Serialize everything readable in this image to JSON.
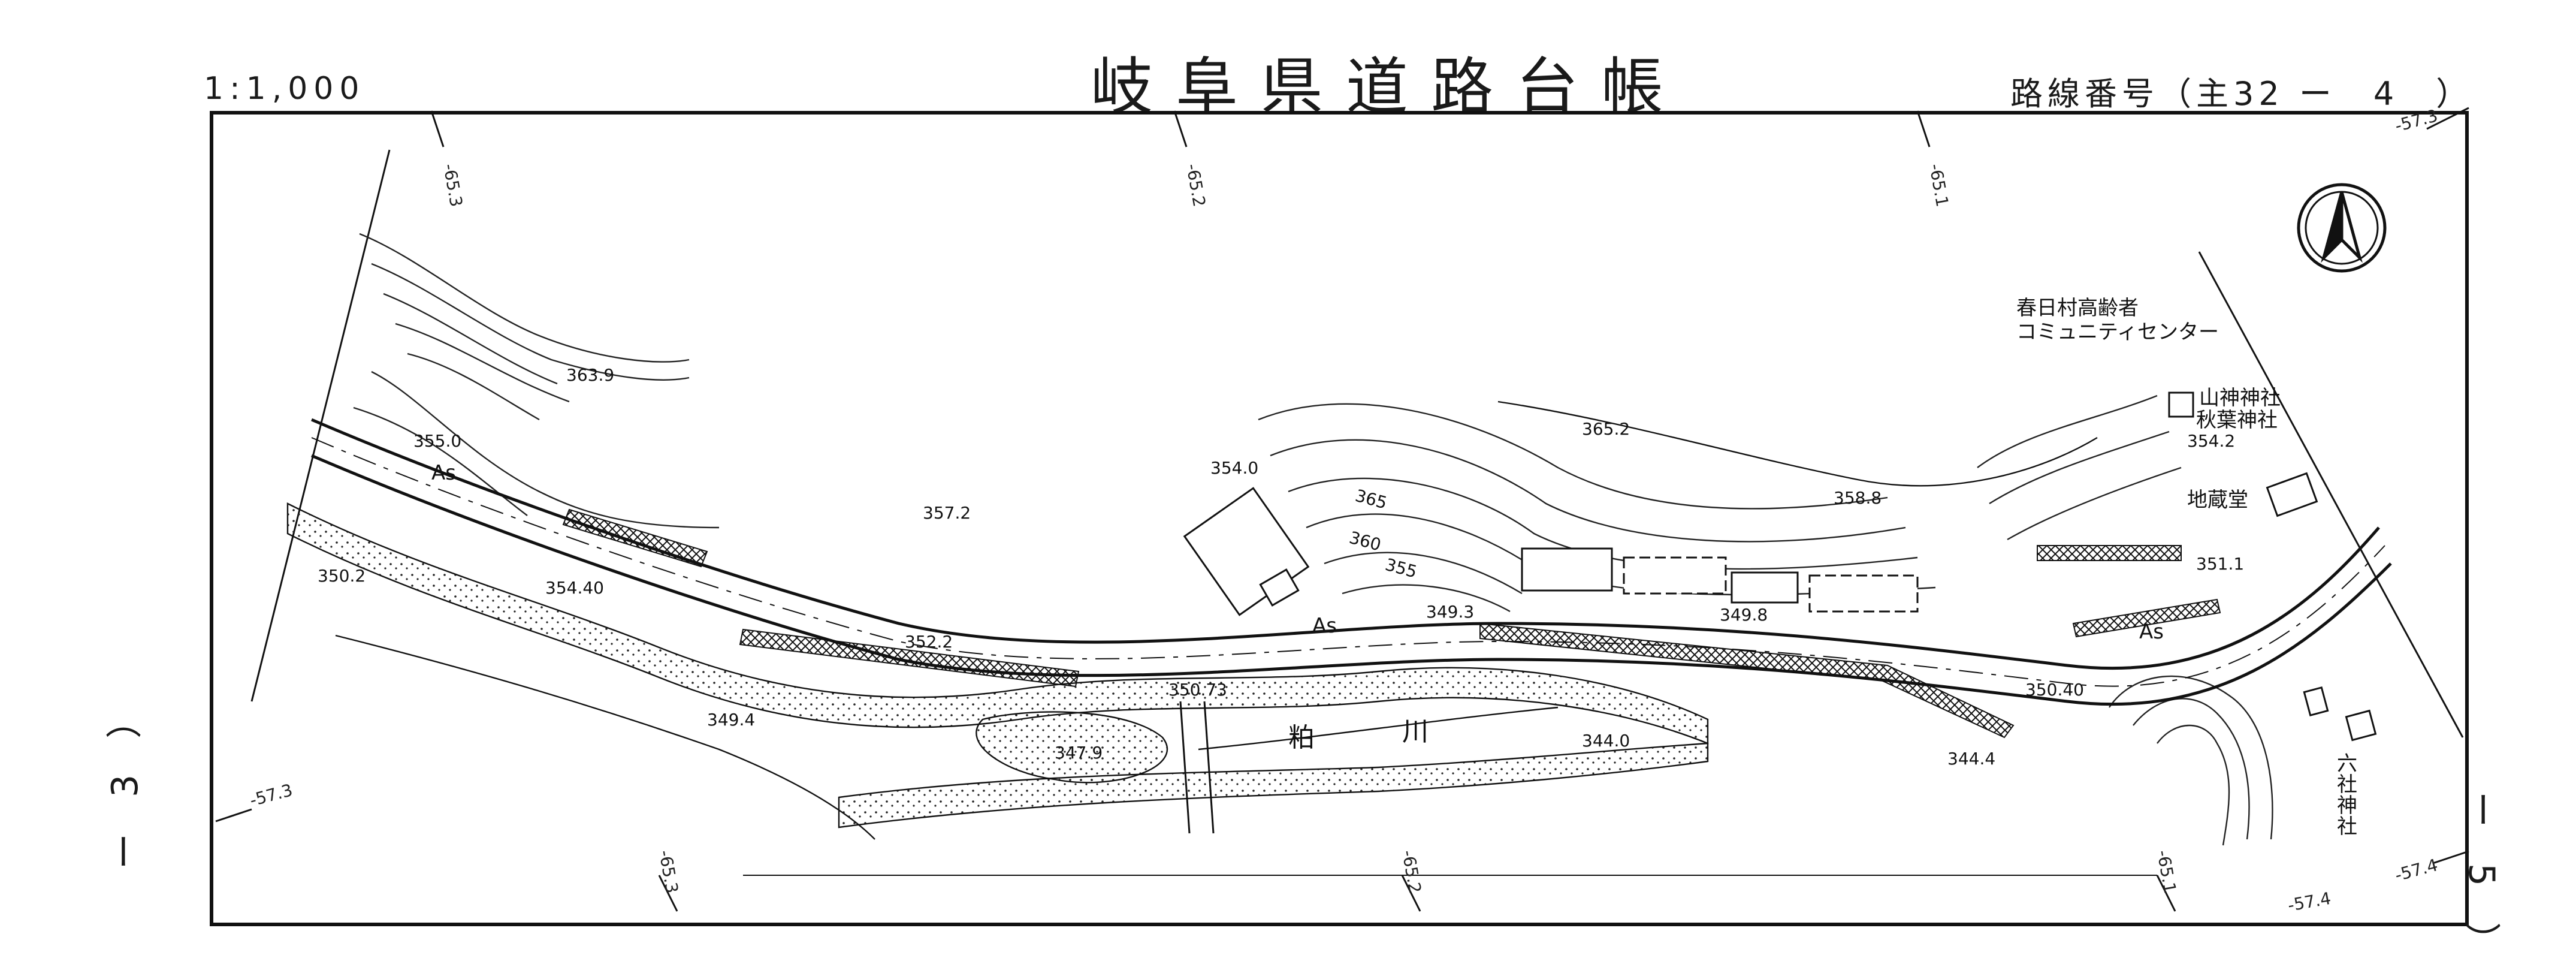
{
  "header": {
    "scale": "1:1,000",
    "title": "岐阜県道路台帳",
    "route_label": "路線番号（主32 ー　4　）"
  },
  "sheet_refs": {
    "left": "ー　3　）",
    "right": "ー　5　）"
  },
  "map": {
    "labels": {
      "community_center_line1": "春日村高齢者",
      "community_center_line2": "コミュニティセンター",
      "shrine_yamagami": "山神神社",
      "shrine_akiba": "秋葉神社",
      "jizo_hall": "地蔵堂",
      "rokusha_shrine_1": "六",
      "rokusha_shrine_2": "社",
      "rokusha_shrine_3": "神",
      "rokusha_shrine_4": "社",
      "river_1": "粕",
      "river_2": "川",
      "surface_as": "As"
    },
    "elevations": [
      "363.9",
      "355.0",
      "350.2",
      "354.40",
      "357.2",
      "354.0",
      "352.2",
      "349.3",
      "350.73",
      "349.8",
      "349.4",
      "347.9",
      "344.0",
      "344.4",
      "350.40",
      "351.1",
      "354.2",
      "358.8",
      "365.2",
      "365",
      "360",
      "355"
    ],
    "grid_refs": [
      "-65.3",
      "-65.2",
      "-65.1",
      "-57.3",
      "-57.4"
    ]
  }
}
